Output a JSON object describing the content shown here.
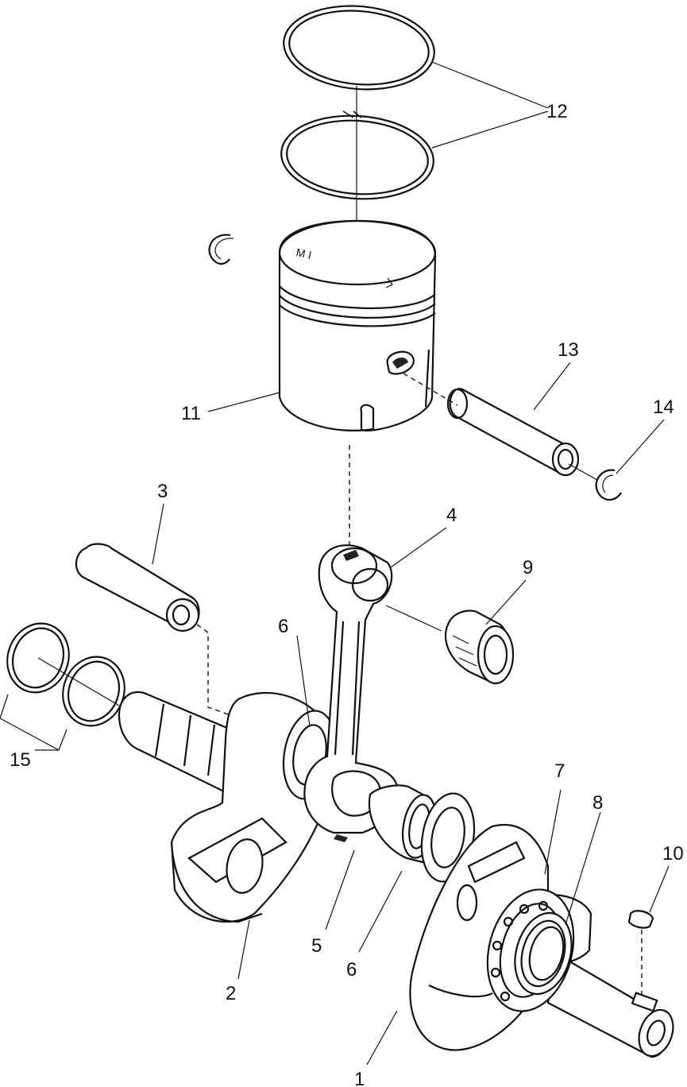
{
  "diagram": {
    "parts": [
      {
        "key": "crankshaft_right",
        "label": "1",
        "icon": "crank-half-icon"
      },
      {
        "key": "crankshaft_left",
        "label": "2",
        "icon": "crank-half-icon"
      },
      {
        "key": "crank_pin",
        "label": "3",
        "icon": "pin-icon"
      },
      {
        "key": "connecting_rod",
        "label": "4",
        "icon": "con-rod-icon"
      },
      {
        "key": "big_end_bearing",
        "label": "5",
        "icon": "needle-bearing-icon"
      },
      {
        "key": "thrust_washer_left",
        "label": "6",
        "icon": "washer-icon"
      },
      {
        "key": "thrust_washer_right",
        "label": "6",
        "icon": "washer-icon"
      },
      {
        "key": "main_bearing",
        "label": "7",
        "icon": "ball-bearing-icon"
      },
      {
        "key": "oil_seal",
        "label": "8",
        "icon": "seal-icon"
      },
      {
        "key": "small_end_bearing",
        "label": "9",
        "icon": "needle-bearing-icon"
      },
      {
        "key": "woodruff_key",
        "label": "10",
        "icon": "key-icon"
      },
      {
        "key": "piston",
        "label": "11",
        "icon": "piston-icon"
      },
      {
        "key": "piston_rings",
        "label": "12",
        "icon": "ring-icon"
      },
      {
        "key": "piston_pin",
        "label": "13",
        "icon": "pin-icon"
      },
      {
        "key": "circlip",
        "label": "14",
        "icon": "circlip-icon"
      },
      {
        "key": "shims",
        "label": "15",
        "icon": "ring-icon"
      }
    ],
    "piston_marking": "M I"
  }
}
